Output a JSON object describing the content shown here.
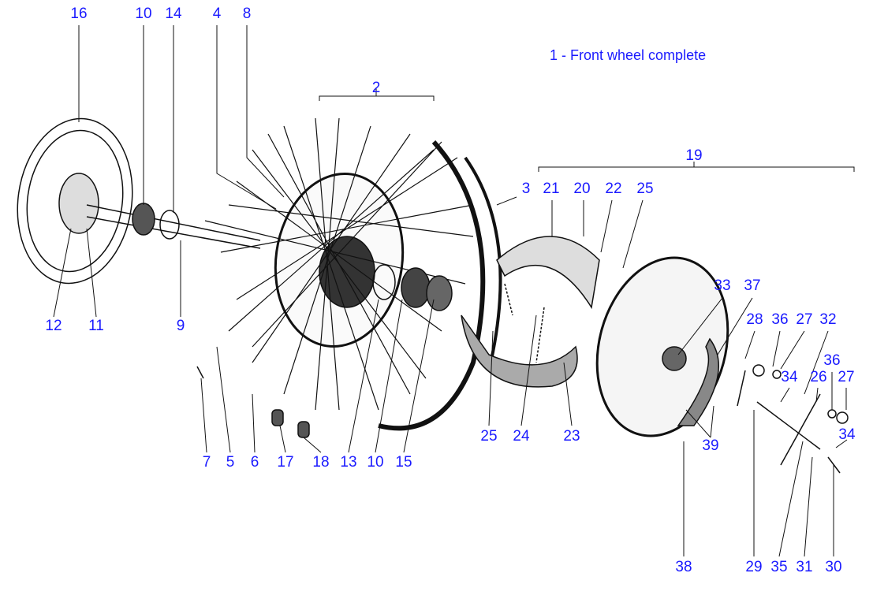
{
  "title": "1 - Front wheel complete",
  "labels": [
    "16",
    "10",
    "14",
    "4",
    "8",
    "2",
    "19",
    "3",
    "21",
    "20",
    "22",
    "25",
    "12",
    "11",
    "9",
    "33",
    "37",
    "28",
    "36",
    "27",
    "32",
    "36",
    "26",
    "27",
    "34",
    "34",
    "39",
    "25",
    "24",
    "23",
    "7",
    "5",
    "6",
    "17",
    "18",
    "13",
    "10",
    "15",
    "38",
    "29",
    "35",
    "31",
    "30"
  ],
  "colors": {
    "label": "#1a1aff",
    "line": "#111111"
  }
}
